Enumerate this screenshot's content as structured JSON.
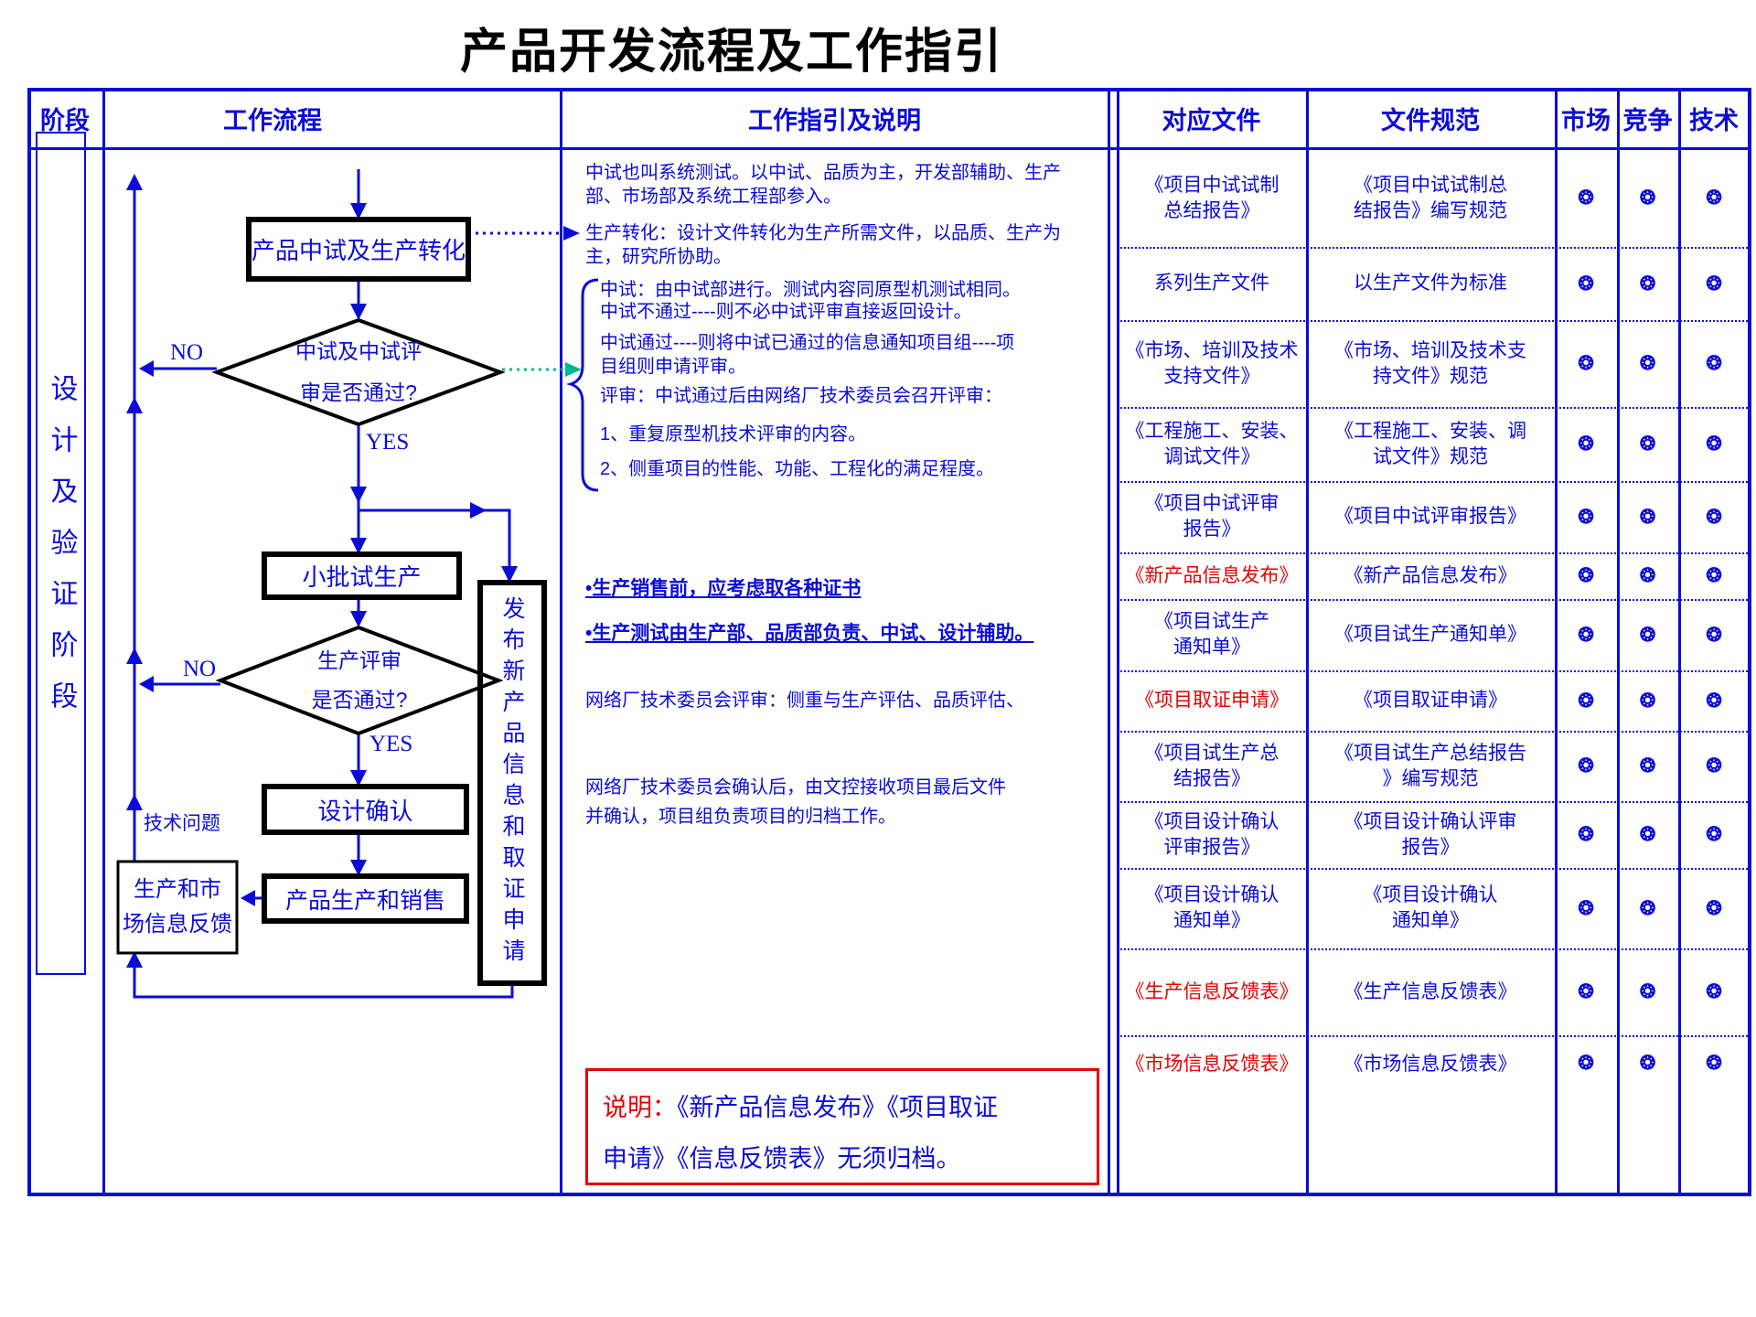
{
  "title": "产品开发流程及工作指引",
  "header": {
    "stage": "阶段",
    "process": "工作流程",
    "guide": "工作指引及说明",
    "docs": "对应文件",
    "spec": "文件规范",
    "market": "市场",
    "compete": "竞争",
    "tech": "技术"
  },
  "stage_label": "设计及验证阶段",
  "flow": {
    "box_pilot": "产品中试及生产转化",
    "diamond_pilot": "中试及中试评\n审是否通过?",
    "yes": "YES",
    "no": "NO",
    "box_batch": "小批试生产",
    "diamond_prod": "生产评审\n是否通过?",
    "box_confirm": "设计确认",
    "box_sell": "产品生产和销售",
    "box_feedback": "生产和市\n场信息反馈",
    "box_release": "发布新产品信息和取证申请",
    "tech_issue": "技术问题"
  },
  "guide": {
    "p1": "中试也叫系统测试。以中试、品质为主，开发部辅助、生产\n部、市场部及系统工程部参入。",
    "p2": "生产转化：设计文件转化为生产所需文件，以品质、生产为\n主，研究所协助。",
    "g1": "中试：由中试部进行。测试内容同原型机测试相同。",
    "g2": "中试不通过----则不必中试评审直接返回设计。",
    "g3": "中试通过----则将中试已通过的信息通知项目组----项\n目组则申请评审。",
    "g4": "评审：中试通过后由网络厂技术委员会召开评审：",
    "g5": "1、重复原型机技术评审的内容。",
    "g6": "2、侧重项目的性能、功能、工程化的满足程度。",
    "b1": "•生产销售前，应考虑取各种证书",
    "b2": "•生产测试由生产部、品质部负责、中试、设计辅助。",
    "p3": "网络厂技术委员会评审：侧重与生产评估、品质评估、",
    "p4": "网络厂技术委员会确认后，由文控接收项目最后文件\n并确认，项目组负责项目的归档工作。"
  },
  "note": {
    "label": "说明：",
    "text": "《新产品信息发布》《项目取证\n申请》《信息反馈表》无须归档。"
  },
  "symbols": {
    "star": "❂"
  },
  "colors": {
    "blue": "#0b0bd8",
    "red": "#e60000",
    "teal": "#00b890",
    "box_border": "#000000"
  },
  "rows": [
    {
      "doc": "《项目中试试制\n总结报告》",
      "spec": "《项目中试试制总\n结报告》编写规范"
    },
    {
      "doc": "系列生产文件",
      "spec": "以生产文件为标准"
    },
    {
      "doc": "《市场、培训及技术\n支持文件》",
      "spec": "《市场、培训及技术支\n持文件》规范"
    },
    {
      "doc": "《工程施工、安装、\n调试文件》",
      "spec": "《工程施工、安装、调\n试文件》规范"
    },
    {
      "doc": "《项目中试评审\n报告》",
      "spec": "《项目中试评审报告》"
    },
    {
      "doc": "《新产品信息发布》",
      "spec": "《新产品信息发布》",
      "red": true
    },
    {
      "doc": "《项目试生产\n通知单》",
      "spec": "《项目试生产通知单》"
    },
    {
      "doc": "《项目取证申请》",
      "spec": "《项目取证申请》",
      "red": true
    },
    {
      "doc": "《项目试生产总\n结报告》",
      "spec": "《项目试生产总结报告\n》编写规范"
    },
    {
      "doc": "《项目设计确认\n评审报告》",
      "spec": "《项目设计确认评审\n报告》"
    },
    {
      "doc": "《项目设计确认\n通知单》",
      "spec": "《项目设计确认\n通知单》"
    },
    {
      "doc": "《生产信息反馈表》",
      "spec": "《生产信息反馈表》",
      "red": true
    },
    {
      "doc": "《市场信息反馈表》",
      "spec": "《市场信息反馈表》",
      "red": true
    }
  ]
}
